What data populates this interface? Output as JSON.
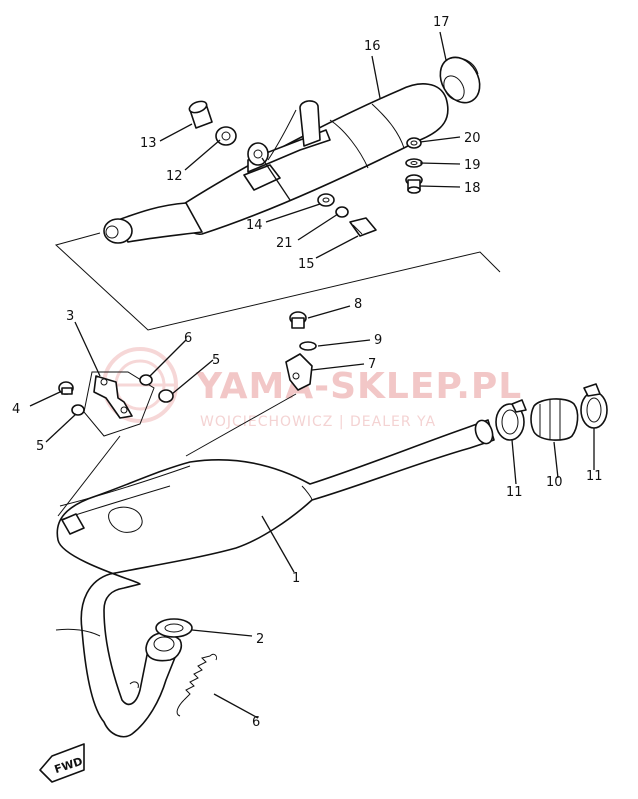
{
  "watermark": {
    "brand": "YAMA-SKLEP.PL",
    "tagline": "WOJCIECHOWICZ | DEALER YA"
  },
  "direction_marker": "FWD",
  "callouts": [
    "1",
    "2",
    "3",
    "4",
    "5",
    "5",
    "6",
    "6",
    "7",
    "8",
    "9",
    "10",
    "11",
    "11",
    "12",
    "13",
    "14",
    "15",
    "16",
    "17",
    "18",
    "19",
    "20",
    "21"
  ]
}
